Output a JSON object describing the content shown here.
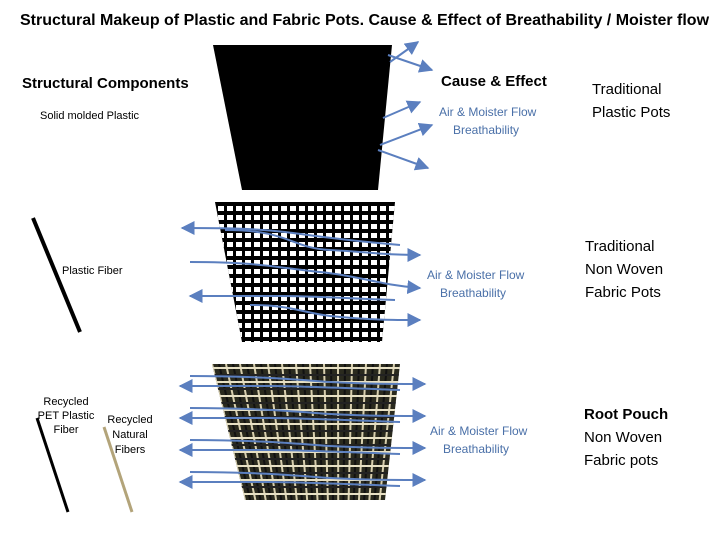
{
  "title": "Structural Makeup of Plastic and Fabric Pots. Cause & Effect of Breathability / Moister flow",
  "headers": {
    "components": "Structural Components",
    "cause_effect": "Cause & Effect"
  },
  "rows": [
    {
      "component_label": "Solid molded Plastic",
      "effect_line1": "Air & Moister Flow",
      "effect_line2": "Breathability",
      "type_lines": [
        "Traditional",
        "Plastic Pots"
      ]
    },
    {
      "component_label": "Plastic Fiber",
      "effect_line1": "Air & Moister Flow",
      "effect_line2": "Breathability",
      "type_lines": [
        "Traditional",
        "Non Woven",
        "Fabric Pots"
      ]
    },
    {
      "component_label_a": [
        "Recycled",
        "PET Plastic",
        "Fiber"
      ],
      "component_label_b": [
        "Recycled",
        "Natural",
        "Fibers"
      ],
      "effect_line1": "Air & Moister Flow",
      "effect_line2": "Breathability",
      "type_lines": [
        "Root Pouch",
        "Non Woven",
        "Fabric pots"
      ]
    }
  ],
  "colors": {
    "arrow": "#5b7fbf",
    "pot": "#000000",
    "natural_fiber": "#b3a47a",
    "text_blue": "#4a70a8"
  }
}
